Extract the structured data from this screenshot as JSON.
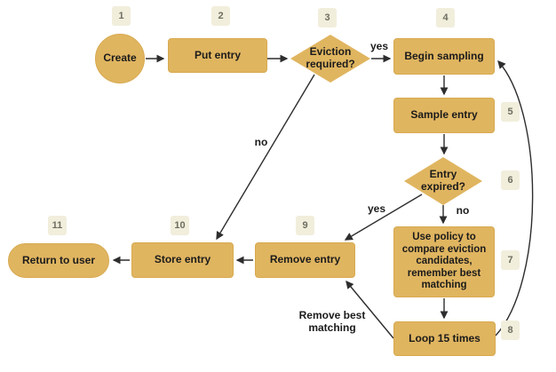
{
  "nodes": [
    {
      "step": "1",
      "label": "Create"
    },
    {
      "step": "2",
      "label": "Put entry"
    },
    {
      "step": "3",
      "label": "Eviction required?"
    },
    {
      "step": "4",
      "label": "Begin sampling"
    },
    {
      "step": "5",
      "label": "Sample entry"
    },
    {
      "step": "6",
      "label": "Entry expired?"
    },
    {
      "step": "7",
      "label": "Use policy to compare eviction candidates, remember best matching"
    },
    {
      "step": "8",
      "label": "Loop 15 times"
    },
    {
      "step": "9",
      "label": "Remove entry"
    },
    {
      "step": "10",
      "label": "Store entry"
    },
    {
      "step": "11",
      "label": "Return to user"
    }
  ],
  "edges": [
    {
      "from": "1",
      "to": "2",
      "label": ""
    },
    {
      "from": "2",
      "to": "3",
      "label": ""
    },
    {
      "from": "3",
      "to": "4",
      "label": "yes"
    },
    {
      "from": "3",
      "to": "10",
      "label": "no"
    },
    {
      "from": "4",
      "to": "5",
      "label": ""
    },
    {
      "from": "5",
      "to": "6",
      "label": ""
    },
    {
      "from": "6",
      "to": "9",
      "label": "yes"
    },
    {
      "from": "6",
      "to": "7",
      "label": "no"
    },
    {
      "from": "7",
      "to": "8",
      "label": ""
    },
    {
      "from": "8",
      "to": "9",
      "label": "Remove best matching"
    },
    {
      "from": "8",
      "to": "4",
      "label": ""
    },
    {
      "from": "9",
      "to": "10",
      "label": ""
    },
    {
      "from": "10",
      "to": "11",
      "label": ""
    }
  ],
  "colors": {
    "node_fill": "#E0B560",
    "node_border": "#D7A94F",
    "node_text": "#1B1B1B",
    "badge_fill": "#F1EEDC",
    "badge_text": "#6E6E60",
    "edge_line": "#2D2D2D",
    "background": "#FFFFFF"
  }
}
